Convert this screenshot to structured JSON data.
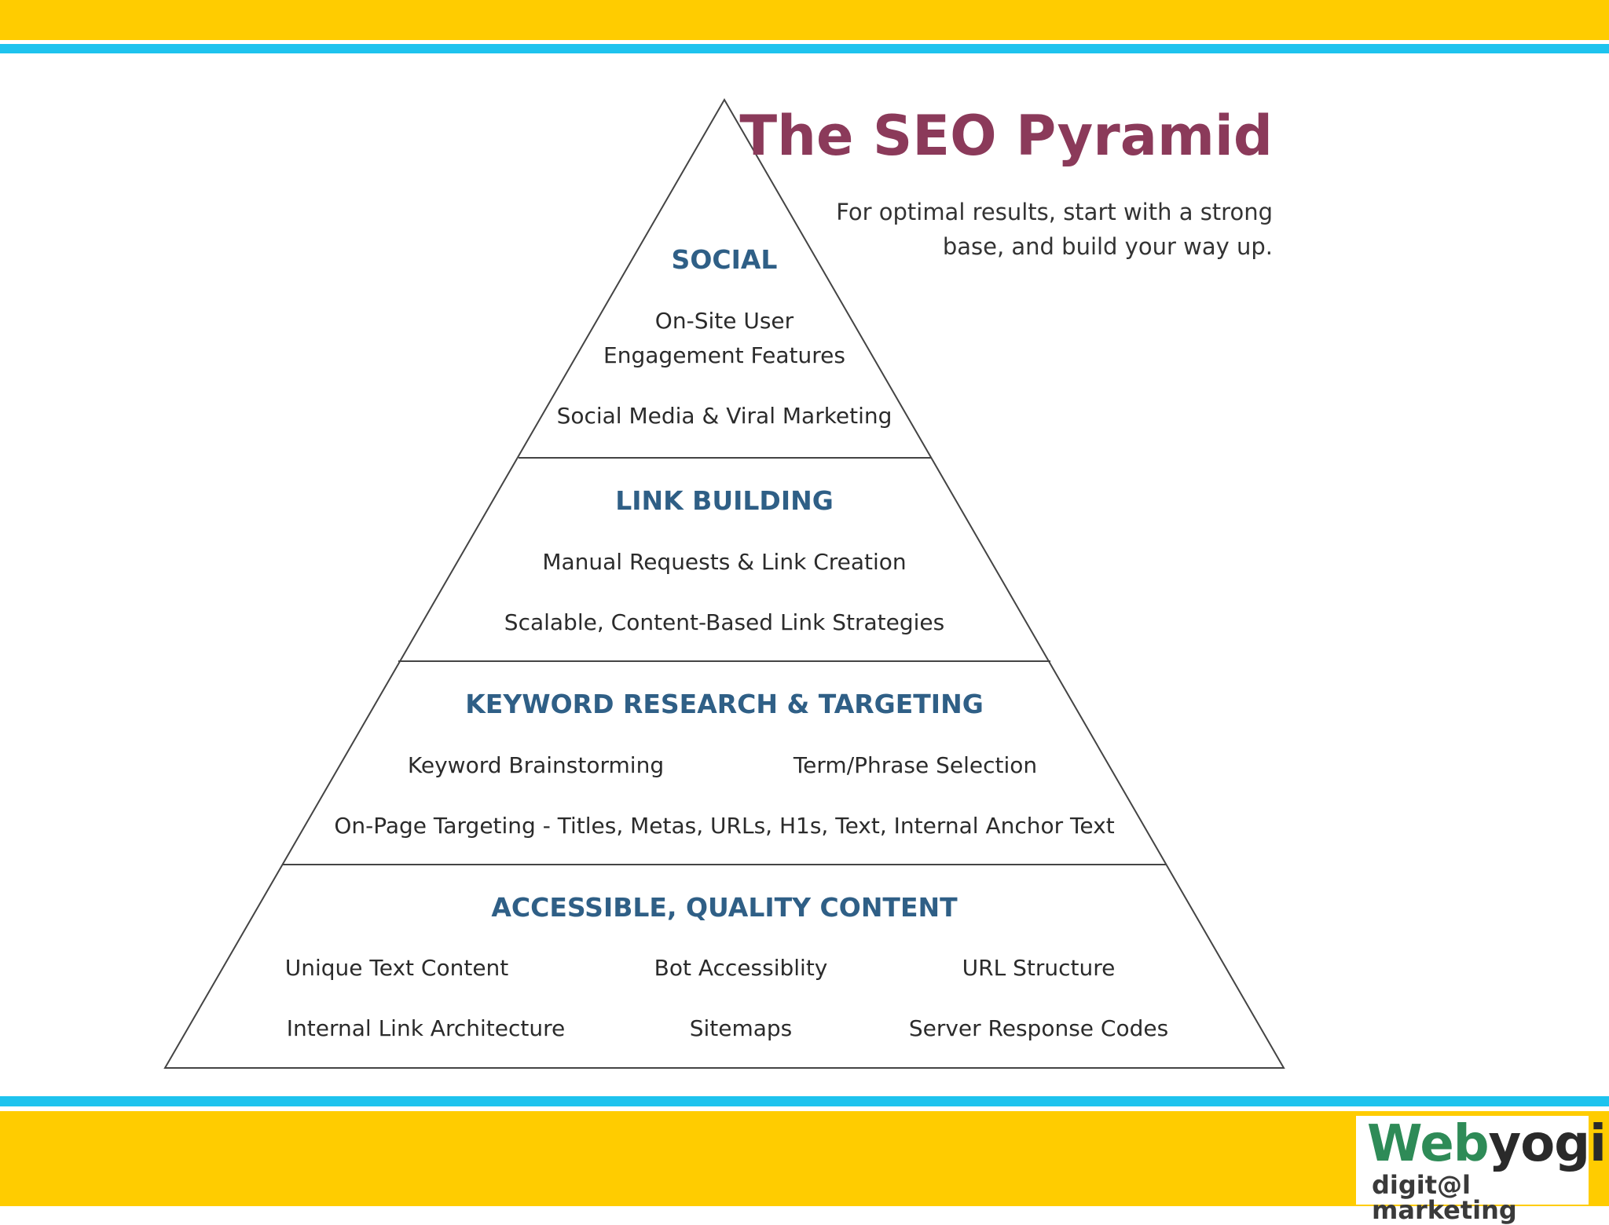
{
  "title": "The SEO Pyramid",
  "subtitle": "For optimal results, start with a strong base, and build your way up.",
  "tiers": [
    {
      "heading": "SOCIAL",
      "items": [
        "On-Site User\nEngagement Features",
        "Social Media & Viral Marketing"
      ]
    },
    {
      "heading": "LINK BUILDING",
      "items": [
        "Manual Requests & Link Creation",
        "Scalable, Content-Based Link Strategies"
      ]
    },
    {
      "heading": "KEYWORD RESEARCH & TARGETING",
      "items": [
        "Keyword Brainstorming",
        "Term/Phrase Selection",
        "On-Page Targeting - Titles, Metas, URLs, H1s, Text, Internal Anchor Text"
      ]
    },
    {
      "heading": "ACCESSIBLE, QUALITY CONTENT",
      "items": [
        "Unique Text Content",
        "Bot Accessiblity",
        "URL Structure",
        "Internal Link Architecture",
        "Sitemaps",
        "Server Response Codes"
      ]
    }
  ],
  "logo": {
    "brand_first": "Web",
    "brand_second": "yogi",
    "tagline": "digit@l marketing"
  },
  "colors": {
    "band_yellow": "#ffcc00",
    "band_cyan": "#1ec3ee",
    "title": "#8b3a5a",
    "heading": "#2f5f86",
    "brand_green": "#2e8b57"
  }
}
